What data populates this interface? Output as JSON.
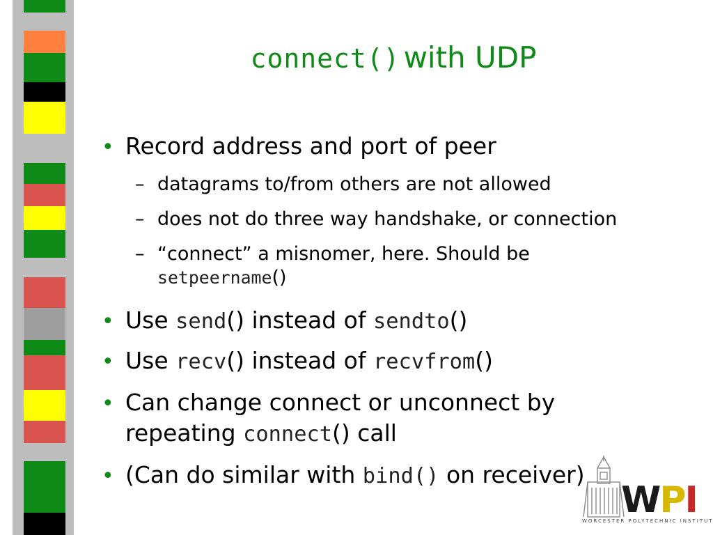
{
  "slide": {
    "title": {
      "code": "connect()",
      "text": "with UDP"
    },
    "bullets": [
      {
        "label": "Record address and port of peer",
        "subitems": [
          {
            "text": "datagrams to/from others are not allowed"
          },
          {
            "text": "does not do three way handshake, or connection"
          },
          {
            "text_1": "“connect” a misnomer, here.  Should be",
            "code": "setpeername",
            "suffix": "()"
          }
        ]
      },
      {
        "prefix": "Use ",
        "code1": "send",
        "middle": "() instead of ",
        "code2": "sendto",
        "suffix": "()"
      },
      {
        "prefix": "Use ",
        "code1": "recv",
        "middle": "() instead of ",
        "code2": "recvfrom",
        "suffix": "()"
      },
      {
        "line1": "Can change connect or unconnect by",
        "prefix2": "repeating ",
        "code": "connect",
        "suffix": "() call"
      },
      {
        "prefix": "(Can do similar with ",
        "code": "bind()",
        "suffix": " on receiver)"
      }
    ],
    "bullet_glyph": "•",
    "dash_glyph": "–"
  },
  "logo": {
    "letters": {
      "w": "W",
      "p": "P",
      "i": "I"
    },
    "subtitle": "WORCESTER POLYTECHNIC INSTITUTE"
  },
  "colors": {
    "title": "#0e8a16",
    "bullet": "#0e8a16",
    "strip_green": "#0e8a16",
    "strip_red": "#d9534f",
    "strip_yellow": "#ffff00",
    "strip_orange": "#ff7f3f",
    "strip_black": "#000000",
    "strip_gray": "#9e9e9e"
  }
}
